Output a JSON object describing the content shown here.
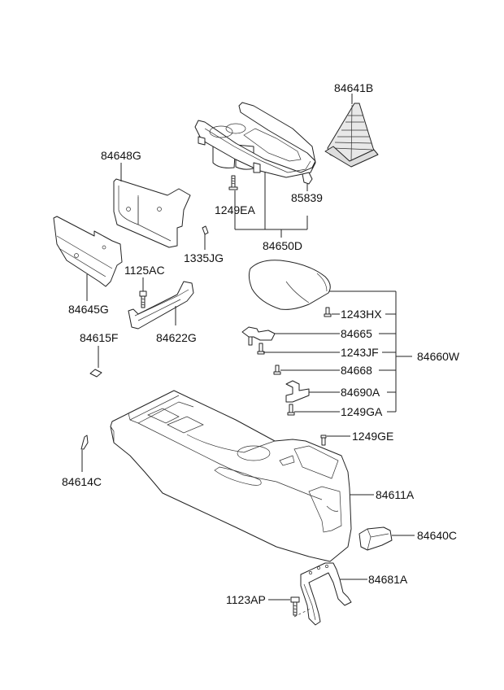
{
  "diagram": {
    "type": "exploded-parts-diagram",
    "subject": "Floor console assembly",
    "labels": {
      "p84641B": "84641B",
      "p84648G": "84648G",
      "p1249EA": "1249EA",
      "p85839": "85839",
      "p84650D": "84650D",
      "p1335JG": "1335JG",
      "p1125AC": "1125AC",
      "p84645G": "84645G",
      "p84622G": "84622G",
      "p84615F": "84615F",
      "p1243HX": "1243HX",
      "p84665": "84665",
      "p1243JF": "1243JF",
      "p84660W": "84660W",
      "p84668": "84668",
      "p84690A": "84690A",
      "p1249GA": "1249GA",
      "p1249GE": "1249GE",
      "p84614C": "84614C",
      "p84611A": "84611A",
      "p84640C": "84640C",
      "p84681A": "84681A",
      "p1123AP": "1123AP"
    },
    "parts": [
      {
        "number": "84641B",
        "description": "shift boot"
      },
      {
        "number": "84648G",
        "description": "side cover panel (upper)"
      },
      {
        "number": "84650D",
        "description": "cup holder tray assembly",
        "includes": [
          "1249EA",
          "85839"
        ]
      },
      {
        "number": "1249EA",
        "description": "screw"
      },
      {
        "number": "85839",
        "description": "clip"
      },
      {
        "number": "1335JG",
        "description": "clip"
      },
      {
        "number": "84645G",
        "description": "side cover panel (lower)"
      },
      {
        "number": "1125AC",
        "description": "bolt"
      },
      {
        "number": "84622G",
        "description": "bracket"
      },
      {
        "number": "84615F",
        "description": "pad"
      },
      {
        "number": "84660W",
        "description": "armrest assembly",
        "includes": [
          "1243HX",
          "84665",
          "1243JF",
          "84668",
          "84690A",
          "1249GA"
        ]
      },
      {
        "number": "1243HX",
        "description": "screw"
      },
      {
        "number": "84665",
        "description": "hinge"
      },
      {
        "number": "1243JF",
        "description": "screw"
      },
      {
        "number": "84668",
        "description": "screw"
      },
      {
        "number": "84690A",
        "description": "latch"
      },
      {
        "number": "1249GA",
        "description": "screw"
      },
      {
        "number": "1249GE",
        "description": "screw"
      },
      {
        "number": "84614C",
        "description": "clip"
      },
      {
        "number": "84611A",
        "description": "console body"
      },
      {
        "number": "84640C",
        "description": "ashtray"
      },
      {
        "number": "84681A",
        "description": "rear bracket"
      },
      {
        "number": "1123AP",
        "description": "bolt"
      }
    ]
  }
}
